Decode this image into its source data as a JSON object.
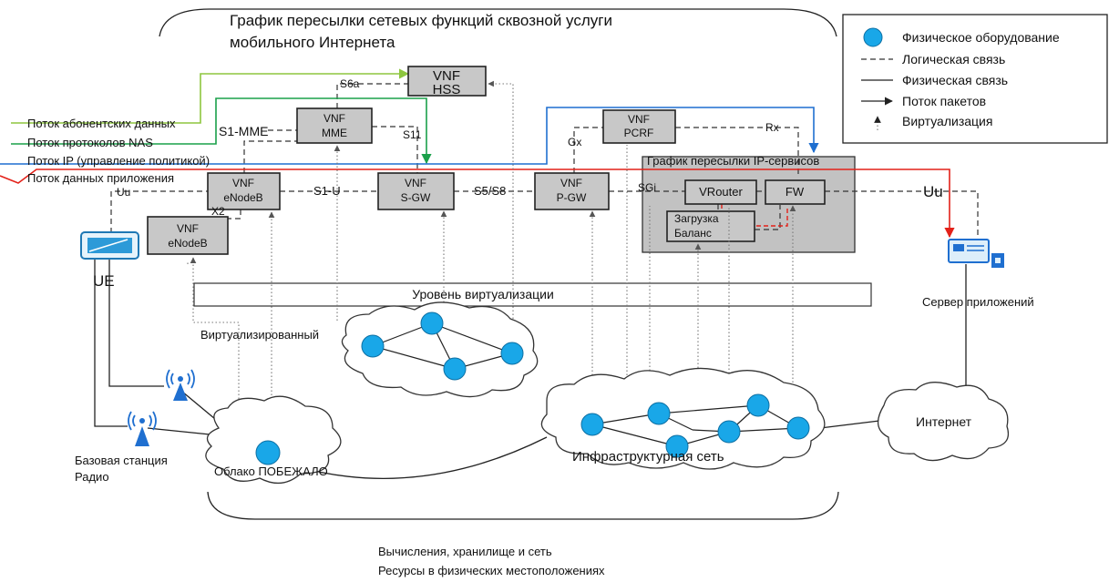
{
  "title_line1": "График пересылки сетевых функций сквозной услуги",
  "title_line2": "мобильного Интернета",
  "legend": {
    "physical": "Физическое оборудование",
    "logical": "Логическая связь",
    "phys_link": "Физическая связь",
    "packet_flow": "Поток пакетов",
    "virtualization": "Виртуализация"
  },
  "flows": {
    "subscriber": "Поток абонентских данных",
    "nas": "Поток протоколов NAS",
    "ip_policy": "Поток IP (управление политикой)",
    "app_data": "Поток данных приложения"
  },
  "boxes": {
    "hss": [
      "VNF",
      "HSS"
    ],
    "mme": [
      "VNF",
      "MME"
    ],
    "pcrf": [
      "VNF",
      "PCRF"
    ],
    "enodeb1": [
      "VNF",
      "eNodeB"
    ],
    "enodeb2": [
      "VNF",
      "eNodeB"
    ],
    "sgw": [
      "VNF",
      "S-GW"
    ],
    "pgw": [
      "VNF",
      "P-GW"
    ],
    "vrouter": "VRouter",
    "fw": "FW",
    "lb": [
      "Загрузка",
      "Баланс"
    ]
  },
  "ip_service_graph": "График пересылки IP-сервисов",
  "interfaces": {
    "s6a": "S6a",
    "s1mme": "S1-MME",
    "s11": "S11",
    "gx": "Gx",
    "rx": "Rx",
    "uu_left": "Uu",
    "x2": "X2",
    "s1u": "S1-U",
    "s5s8": "S5/S8",
    "sgi": "SGi",
    "uu_right": "Uu"
  },
  "ue": "UE",
  "app_server": "Сервер приложений",
  "virt_layer": "Уровень виртуализации",
  "virtualized": "Виртуализированный",
  "base_station": [
    "Базовая станция",
    "Радио"
  ],
  "cloud_edge": "Облако ПОБЕЖАЛО",
  "infra": "Инфраструктурная сеть",
  "internet": "Интернет",
  "footer": [
    "Вычисления, хранилище и сеть",
    "Ресурсы в физических местоположениях"
  ],
  "colors": {
    "subscriber_flow": "#8dc63f",
    "nas_flow": "#1aa04a",
    "ip_flow": "#1f6fd0",
    "app_flow": "#e32119",
    "node": "#19a7e8",
    "box": "#c8c8c8"
  }
}
